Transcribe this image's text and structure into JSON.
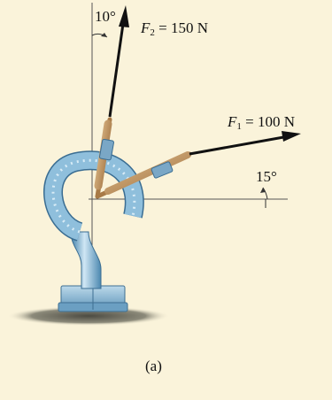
{
  "figure": {
    "caption": "(a)",
    "angle_f2": "10°",
    "angle_f1": "15°",
    "force_f2": {
      "symbol": "F",
      "subscript": "2",
      "equals": " = 150 N"
    },
    "force_f1": {
      "symbol": "F",
      "subscript": "1",
      "equals": " = 100 N"
    }
  },
  "colors": {
    "background": "#faf3da",
    "hook_blue": "#7fb3d3",
    "ground": "#6b6a5c",
    "arrow": "#111111",
    "rope": "#c4955e"
  }
}
